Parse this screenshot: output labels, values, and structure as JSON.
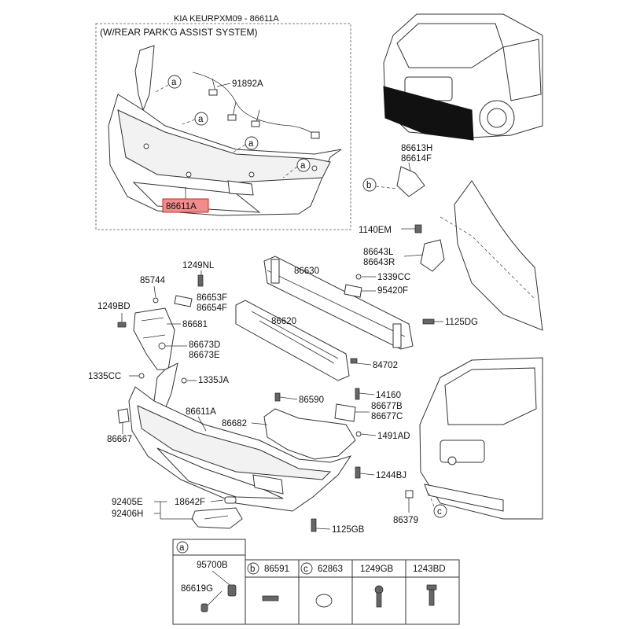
{
  "header": {
    "catalog": "KIA KEURPXM09 - 86611A",
    "subtitle": "(W/REAR PARK'G ASSIST SYSTEM)"
  },
  "highlight_color": "#f28b8b",
  "labels": {
    "p91892A": "91892A",
    "p86611A_hl": "86611A",
    "p86613H": "86613H",
    "p86614F": "86614F",
    "p1140EM": "1140EM",
    "p86643L": "86643L",
    "p86643R": "86643R",
    "p1249NL": "1249NL",
    "p85744": "85744",
    "p86630": "86630",
    "p1339CC": "1339CC",
    "p86653F": "86653F",
    "p86654F": "86654F",
    "p95420F": "95420F",
    "p1249BD": "1249BD",
    "p86681": "86681",
    "p86620": "86620",
    "p1125DG": "1125DG",
    "p86673D": "86673D",
    "p86673E": "86673E",
    "p84702": "84702",
    "p1335CC": "1335CC",
    "p1335JA": "1335JA",
    "p14160": "14160",
    "p86590": "86590",
    "p86677B": "86677B",
    "p86677C": "86677C",
    "p86611A": "86611A",
    "p86682": "86682",
    "p1491AD": "1491AD",
    "p86667": "86667",
    "p1244BJ": "1244BJ",
    "p92405E": "92405E",
    "p92406H": "92406H",
    "p18642F": "18642F",
    "p86379": "86379",
    "p1125GB": "1125GB"
  },
  "callouts": {
    "a": "a",
    "b": "b",
    "c": "c"
  },
  "legend": {
    "a": {
      "key": "a",
      "parts": [
        "95700B",
        "86619G"
      ]
    },
    "cells": [
      {
        "key": "b",
        "part": "86591"
      },
      {
        "key": "c",
        "part": "62863"
      },
      {
        "key": "",
        "part": "1249GB"
      },
      {
        "key": "",
        "part": "1243BD"
      }
    ]
  }
}
